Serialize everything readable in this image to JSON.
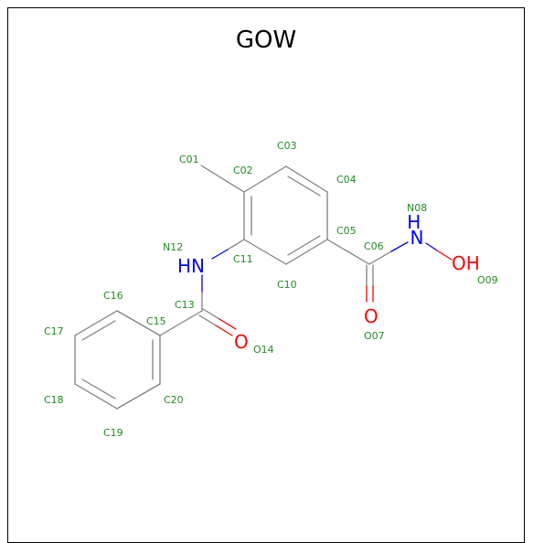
{
  "title": "GOW",
  "colors": {
    "bond": "#808080",
    "oxygen": "#ff0000",
    "nitrogen": "#0000ff",
    "atom_label": "#228b22",
    "frame": "#000000"
  },
  "element_labels": {
    "n12": "HN",
    "n08": "H\nN",
    "o09": "OH",
    "o07": "O",
    "o14": "O"
  },
  "atom_labels": {
    "c01": "C01",
    "c02": "C02",
    "c03": "C03",
    "c04": "C04",
    "c05": "C05",
    "c06": "C06",
    "o07": "O07",
    "n08": "N08",
    "o09": "O09",
    "c10": "C10",
    "c11": "C11",
    "n12": "N12",
    "c13": "C13",
    "o14": "O14",
    "c15": "C15",
    "c16": "C16",
    "c17": "C17",
    "c18": "C18",
    "c19": "C19",
    "c20": "C20"
  }
}
